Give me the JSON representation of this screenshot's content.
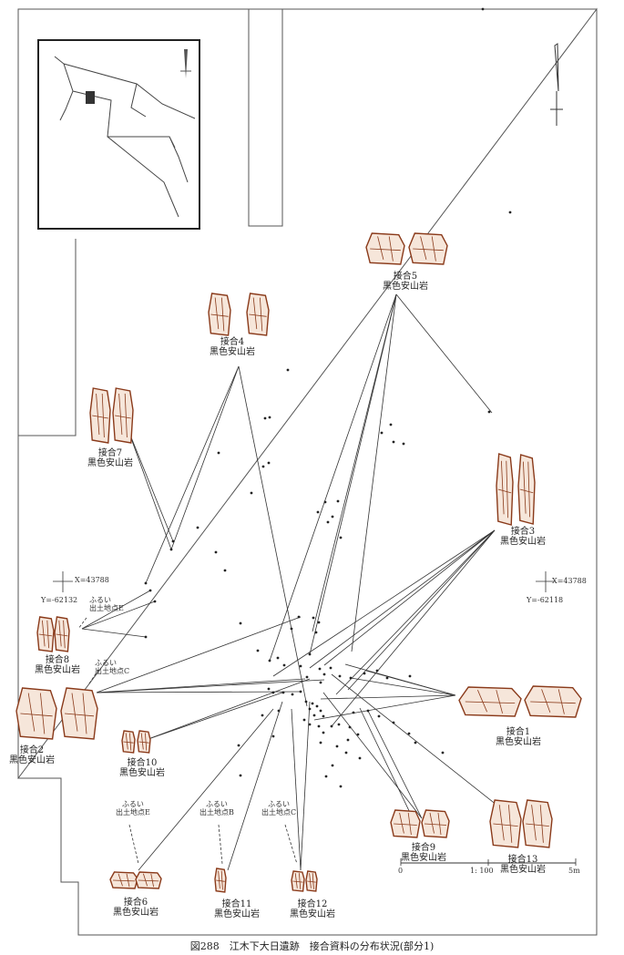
{
  "caption": "図288　江木下大日遺跡　接合資料の分布状況(部分1)",
  "coordinates": {
    "left_x": "X=43788",
    "left_y": "Y=-62132",
    "right_x": "X=43788",
    "right_y": "Y=-62118"
  },
  "scale_bar": {
    "start": "0",
    "ratio": "1: 100",
    "end": "5m"
  },
  "material": "黒色安山岩",
  "refits": [
    {
      "name": "接合1",
      "material": "黒色安山岩"
    },
    {
      "name": "接合2",
      "material": "黒色安山岩"
    },
    {
      "name": "接合3",
      "material": "黒色安山岩"
    },
    {
      "name": "接合4",
      "material": "黒色安山岩"
    },
    {
      "name": "接合5",
      "material": "黒色安山岩"
    },
    {
      "name": "接合6",
      "material": "黒色安山岩"
    },
    {
      "name": "接合7",
      "material": "黒色安山岩"
    },
    {
      "name": "接合8",
      "material": "黒色安山岩"
    },
    {
      "name": "接合9",
      "material": "黒色安山岩"
    },
    {
      "name": "接合10",
      "material": "黒色安山岩"
    },
    {
      "name": "接合11",
      "material": "黒色安山岩"
    },
    {
      "name": "接合12",
      "material": "黒色安山岩"
    },
    {
      "name": "接合13",
      "material": "黒色安山岩"
    }
  ],
  "find_spots": [
    {
      "sieve": "ふるい",
      "spot": "出土地点E"
    },
    {
      "sieve": "ふるい",
      "spot": "出土地点C"
    },
    {
      "sieve": "ふるい",
      "spot": "出土地点E"
    },
    {
      "sieve": "ふるい",
      "spot": "出土地点B"
    },
    {
      "sieve": "ふるい",
      "spot": "出土地点C"
    }
  ],
  "colors": {
    "artifact_outline": "#8a3a1a",
    "artifact_fill": "#f6e6da",
    "line": "#333333"
  }
}
